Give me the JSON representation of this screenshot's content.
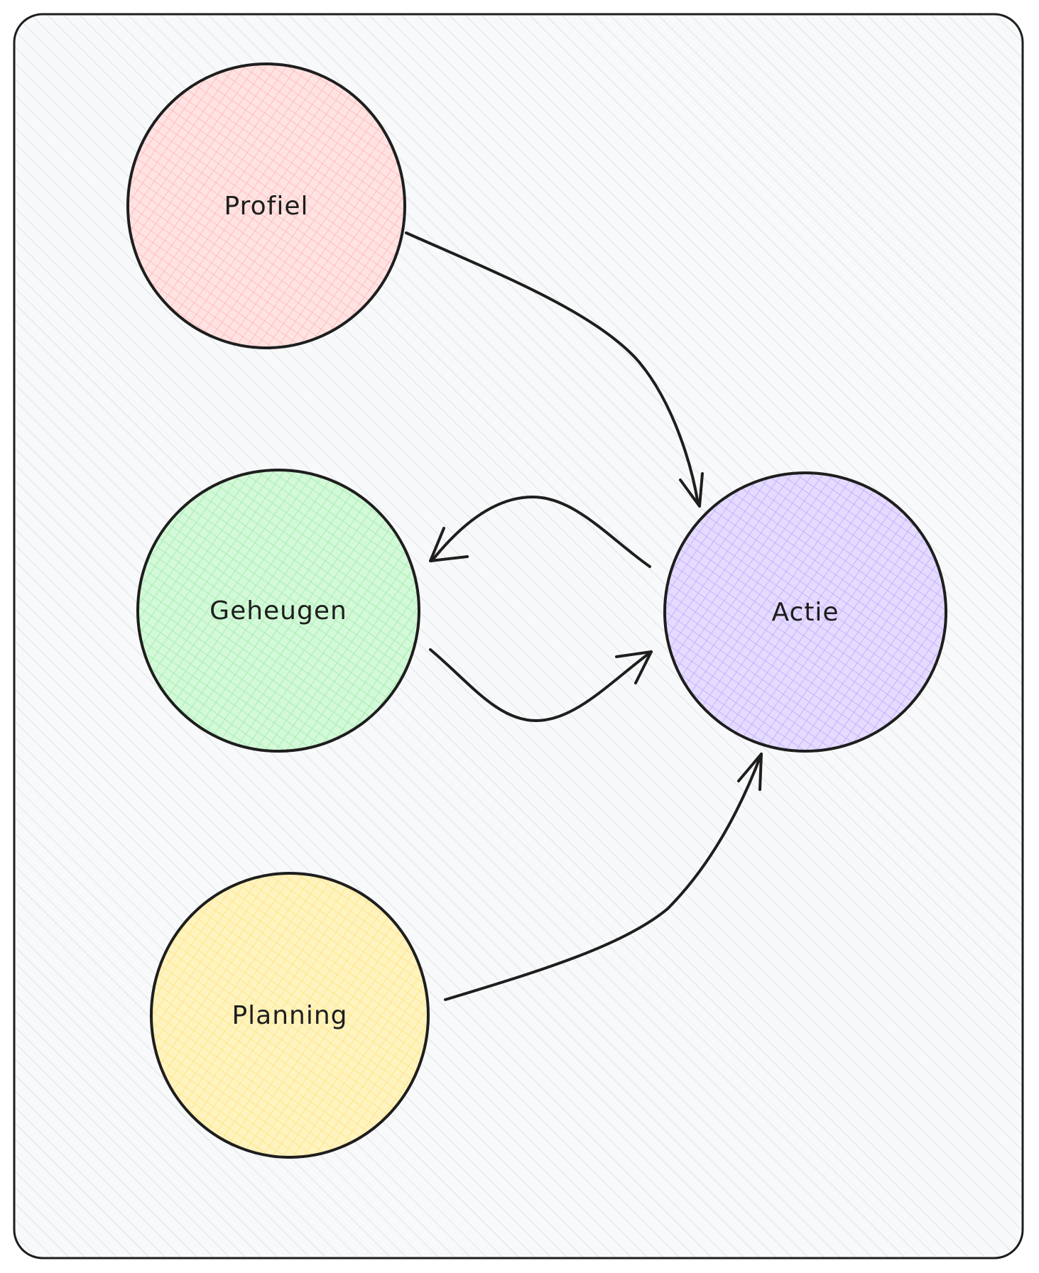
{
  "nodes": [
    {
      "id": "profiel",
      "label": "Profiel",
      "color": "#ffc9c9"
    },
    {
      "id": "geheugen",
      "label": "Geheugen",
      "color": "#b2f2bb"
    },
    {
      "id": "planning",
      "label": "Planning",
      "color": "#ffec99"
    },
    {
      "id": "actie",
      "label": "Actie",
      "color": "#d0bfff"
    }
  ],
  "edges": [
    {
      "from": "profiel",
      "to": "actie"
    },
    {
      "from": "actie",
      "to": "geheugen"
    },
    {
      "from": "geheugen",
      "to": "actie"
    },
    {
      "from": "planning",
      "to": "actie"
    }
  ],
  "frame": {
    "background": "#f8f9fa",
    "hatch_color": "#ced4da",
    "stroke": "#1e1e1e"
  }
}
